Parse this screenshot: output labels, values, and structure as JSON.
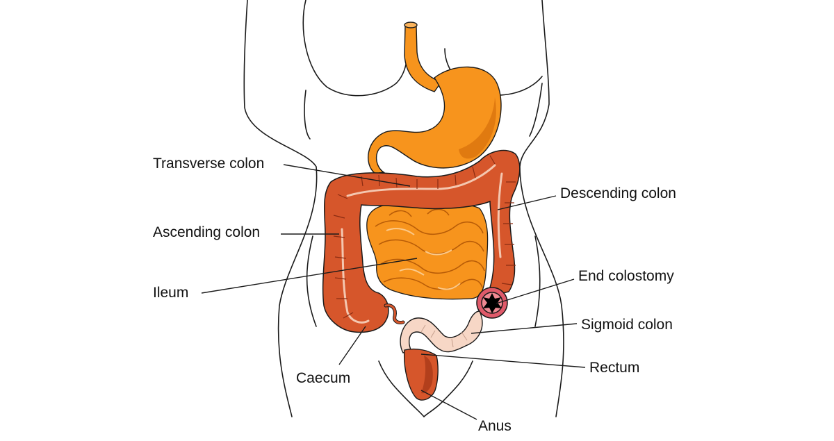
{
  "diagram": {
    "colors": {
      "outline": "#1a1a1a",
      "stomach": "#f7941d",
      "stomach_shade": "#d97706",
      "colon": "#d6562b",
      "colon_shade": "#b23f1c",
      "colon_highlight": "#f4c7b0",
      "small_intestine": "#f7941d",
      "sigmoid": "#f7d7c6",
      "rectum": "#d6562b",
      "stoma_ring": "#e05a6a",
      "stoma_center": "#000000"
    },
    "labels": {
      "transverse_colon": "Transverse colon",
      "ascending_colon": "Ascending colon",
      "ileum": "Ileum",
      "caecum": "Caecum",
      "descending_colon": "Descending colon",
      "end_colostomy": "End colostomy",
      "sigmoid_colon": "Sigmoid colon",
      "rectum": "Rectum",
      "anus": "Anus"
    }
  }
}
